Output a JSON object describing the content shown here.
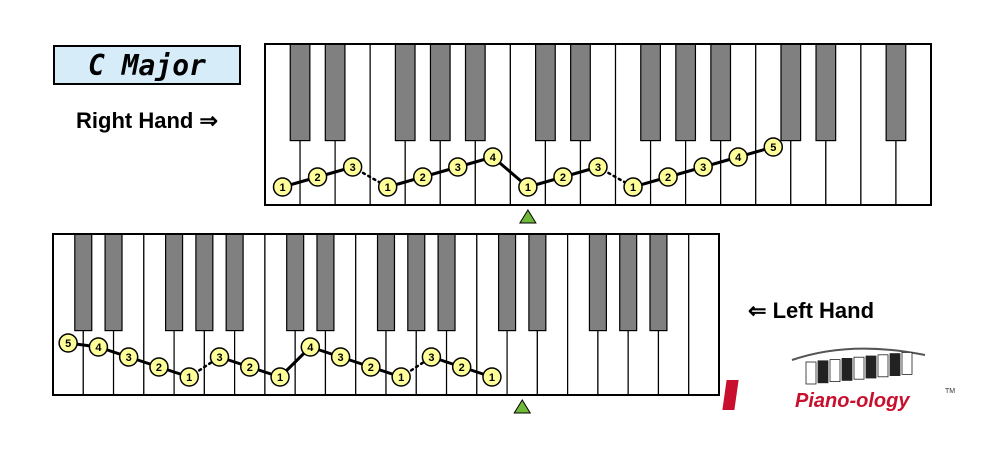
{
  "title": "C Major",
  "right_hand": {
    "label": "Right Hand",
    "arrow": "⇒",
    "keyboard": {
      "white_key_count": 19,
      "first_white_letter": "C"
    },
    "fingering": [
      {
        "finger": "1",
        "white_index": 0
      },
      {
        "finger": "2",
        "white_index": 1
      },
      {
        "finger": "3",
        "white_index": 2
      },
      {
        "finger": "1",
        "white_index": 3
      },
      {
        "finger": "2",
        "white_index": 4
      },
      {
        "finger": "3",
        "white_index": 5
      },
      {
        "finger": "4",
        "white_index": 6
      },
      {
        "finger": "1",
        "white_index": 7
      },
      {
        "finger": "2",
        "white_index": 8
      },
      {
        "finger": "3",
        "white_index": 9
      },
      {
        "finger": "1",
        "white_index": 10
      },
      {
        "finger": "2",
        "white_index": 11
      },
      {
        "finger": "3",
        "white_index": 12
      },
      {
        "finger": "4",
        "white_index": 13
      },
      {
        "finger": "5",
        "white_index": 14
      }
    ],
    "dotted_after": [
      2,
      9
    ],
    "middle_c_white_index": 7
  },
  "left_hand": {
    "label": "Left Hand",
    "arrow": "⇐",
    "keyboard": {
      "white_key_count": 22,
      "first_white_letter": "C"
    },
    "fingering": [
      {
        "finger": "5",
        "white_index": 0
      },
      {
        "finger": "4",
        "white_index": 1
      },
      {
        "finger": "3",
        "white_index": 2
      },
      {
        "finger": "2",
        "white_index": 3
      },
      {
        "finger": "1",
        "white_index": 4
      },
      {
        "finger": "3",
        "white_index": 5
      },
      {
        "finger": "2",
        "white_index": 6
      },
      {
        "finger": "1",
        "white_index": 7
      },
      {
        "finger": "4",
        "white_index": 8
      },
      {
        "finger": "3",
        "white_index": 9
      },
      {
        "finger": "2",
        "white_index": 10
      },
      {
        "finger": "1",
        "white_index": 11
      },
      {
        "finger": "3",
        "white_index": 12
      },
      {
        "finger": "2",
        "white_index": 13
      },
      {
        "finger": "1",
        "white_index": 14
      }
    ],
    "dotted_after": [
      4,
      11
    ],
    "middle_c_white_index": 15
  },
  "colors": {
    "black_key": "#808080",
    "finger_fill": "#ffff99",
    "marker": "#70b83a",
    "title_bg": "#d6ecf9",
    "logo_red": "#c8102e"
  },
  "logo": {
    "text": "Piano-ology",
    "tm": "TM"
  }
}
